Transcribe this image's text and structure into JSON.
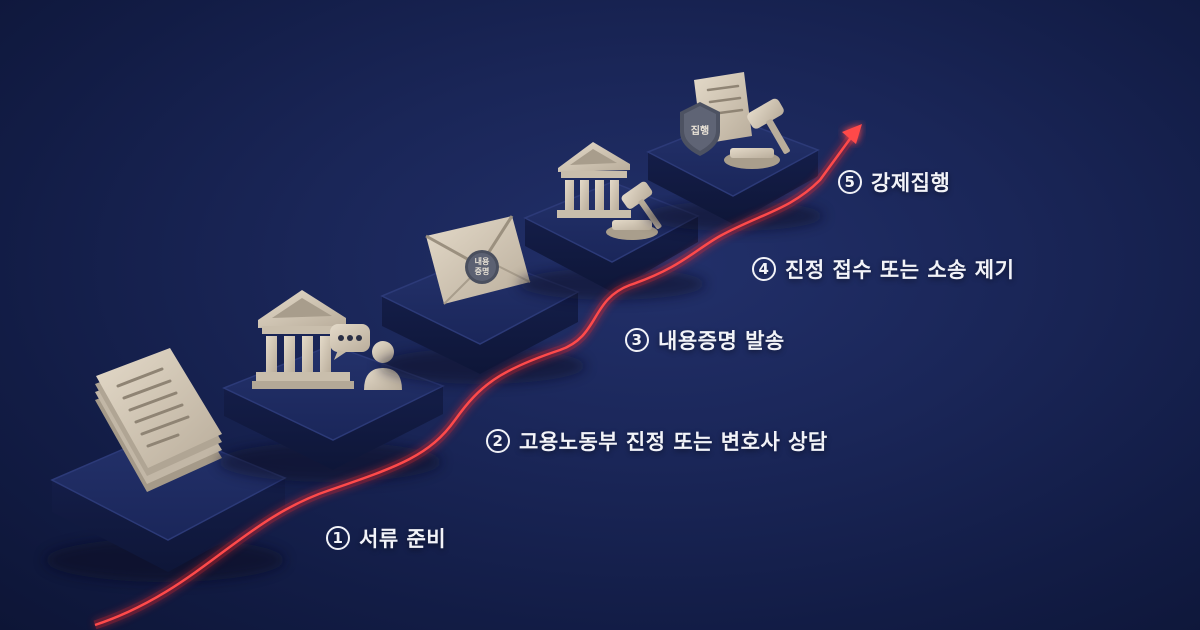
{
  "steps": [
    {
      "number": "1",
      "label": "서류 준비",
      "icon": "document-stack-icon"
    },
    {
      "number": "2",
      "label": "고용노동부 진정 또는 변호사 상담",
      "icon": "government-building-icon",
      "icon_extras": [
        "speech-bubble-icon",
        "person-icon"
      ]
    },
    {
      "number": "3",
      "label": "내용증명 발송",
      "icon": "envelope-icon",
      "seal_text": "내용\n증명"
    },
    {
      "number": "4",
      "label": "진정 접수 또는 소송 제기",
      "icon": "court-building-icon",
      "icon_extras": [
        "gavel-icon"
      ]
    },
    {
      "number": "5",
      "label": "강제집행",
      "icon": "document-shield-icon",
      "shield_text": "집행",
      "icon_extras": [
        "gavel-icon"
      ]
    }
  ],
  "colors": {
    "background": "#15214d",
    "platform_top": "#1d2a5e",
    "platform_side": "#121b42",
    "platform_edge": "#2c3a78",
    "icon_clay": "#cfc4b3",
    "icon_shadow": "#9a8f80",
    "progress_line": "#ff3b3b",
    "progress_glow": "#ff2a2a",
    "label_text": "#f2f3f8"
  }
}
